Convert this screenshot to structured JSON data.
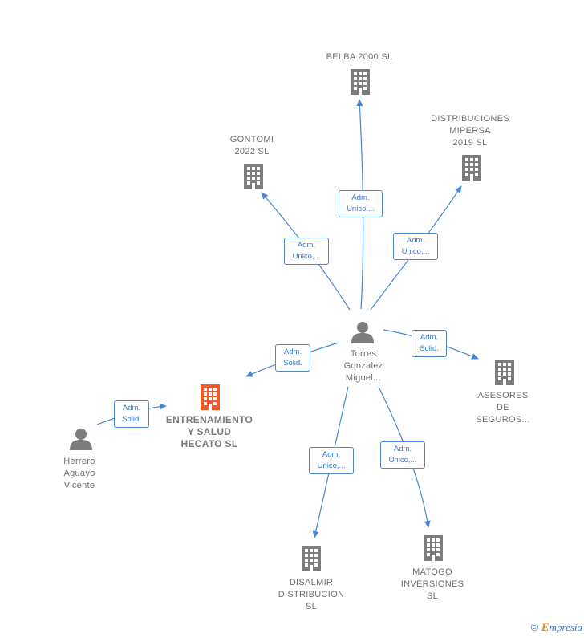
{
  "nodes": {
    "belba": {
      "label": "BELBA 2000  SL"
    },
    "gontomi": {
      "label": "GONTOMI\n2022  SL"
    },
    "distribuciones": {
      "label": "DISTRIBUCIONES\nMIPERSA\n2019  SL"
    },
    "torres": {
      "label": "Torres\nGonzalez\nMiguel..."
    },
    "asesores": {
      "label": "ASESORES\nDE\nSEGUROS..."
    },
    "entrenamiento": {
      "label": "ENTRENAMIENTO\nY SALUD\nHECATO  SL"
    },
    "herrero": {
      "label": "Herrero\nAguayo\nVicente"
    },
    "disalmir": {
      "label": "DISALMIR\nDISTRIBUCION\nSL"
    },
    "matogo": {
      "label": "MATOGO\nINVERSIONES\nSL"
    }
  },
  "edges": {
    "to_belba": "Adm.\nUnico,...",
    "to_gontomi": "Adm.\nUnico,...",
    "to_distribuciones": "Adm.\nUnico,...",
    "to_asesores": "Adm.\nSolid.",
    "to_entrenamiento_torres": "Adm.\nSolid.",
    "to_entrenamiento_herrero": "Adm.\nSolid.",
    "to_disalmir": "Adm.\nUnico,...",
    "to_matogo": "Adm.\nUnico,..."
  },
  "footer": {
    "copyright_symbol": "©",
    "brand_initial": "E",
    "brand_rest": "mpresia"
  },
  "colors": {
    "company_icon": "#7d7d7d",
    "main_company_icon": "#f05a28",
    "person_icon": "#7d7d7d",
    "edge_line": "#4a86d6"
  }
}
